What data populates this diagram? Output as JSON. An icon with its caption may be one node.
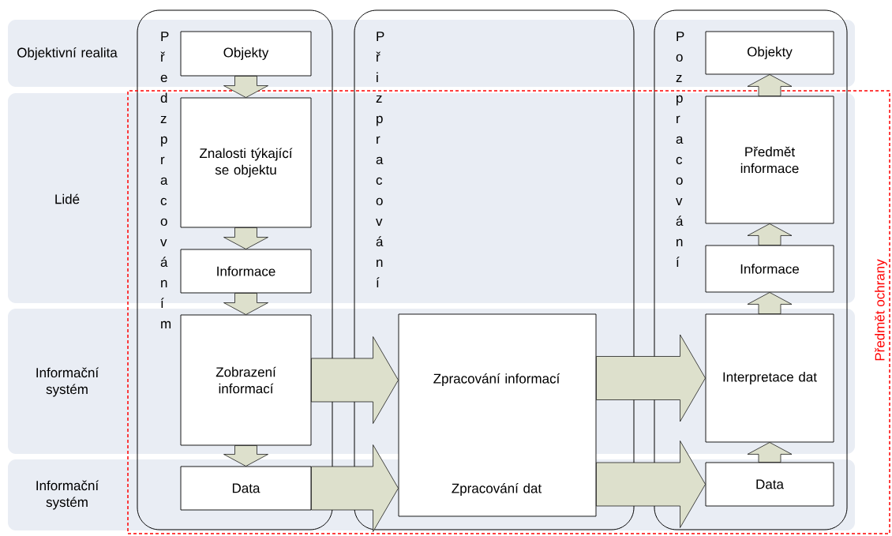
{
  "diagram": {
    "nodes": [
      {
        "text": [
          "Objektivní realita"
        ]
      },
      {
        "text": [
          "Lidé"
        ]
      },
      {
        "text": [
          "Informační systém"
        ]
      },
      {
        "text": [
          "Informační systém"
        ]
      },
      {
        "text": [
          "Před zpracováním"
        ]
      },
      {
        "text": [
          "Při zpracování"
        ]
      },
      {
        "text": [
          "Po zpracování"
        ]
      },
      {
        "text": [
          "Objekty"
        ]
      },
      {
        "text": [
          "Znalosti týkající se objektu"
        ]
      },
      {
        "text": [
          "Informace"
        ]
      },
      {
        "text": [
          "Zobrazení informací"
        ]
      },
      {
        "text": [
          "Data"
        ]
      },
      {
        "text": [
          "Zpracování informací",
          "Zpracování dat"
        ],
        "in": 5
      },
      {
        "text": [
          "Objekty"
        ]
      },
      {
        "text": [
          "Předmět informace"
        ]
      },
      {
        "text": [
          "Informace"
        ]
      },
      {
        "text": [
          "Interpretace dat"
        ]
      },
      {
        "text": [
          "Data"
        ]
      },
      {
        "text": [
          "Předmět ochrany"
        ]
      }
    ],
    "edges": [
      {
        "from": 7,
        "to": 8,
        "arrow": "to"
      },
      {
        "from": 8,
        "to": 9,
        "arrow": "to"
      },
      {
        "from": 9,
        "to": 10,
        "arrow": "to"
      },
      {
        "from": 10,
        "to": 11,
        "arrow": "to"
      },
      {
        "from": 10,
        "to": 12,
        "arrow": "to"
      },
      {
        "from": 11,
        "to": 12,
        "arrow": "to"
      },
      {
        "from": 12,
        "to": 16,
        "arrow": "to"
      },
      {
        "from": 12,
        "to": 17,
        "arrow": "to"
      },
      {
        "from": 17,
        "to": 16,
        "arrow": "to"
      },
      {
        "from": 16,
        "to": 15,
        "arrow": "to"
      },
      {
        "from": 15,
        "to": 14,
        "arrow": "to"
      },
      {
        "from": 14,
        "to": 13,
        "arrow": "to"
      }
    ]
  }
}
